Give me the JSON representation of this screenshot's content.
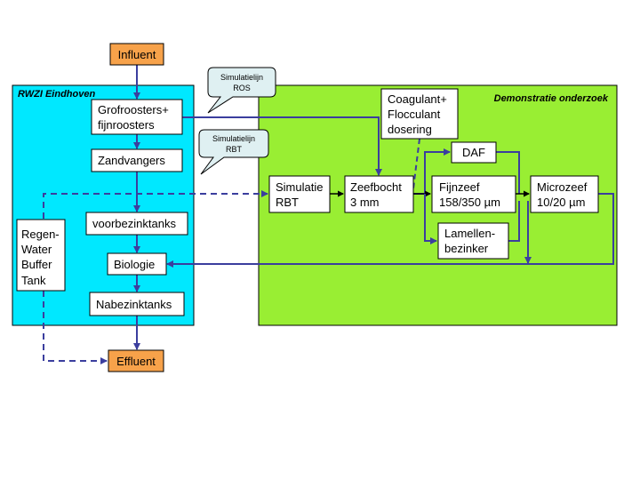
{
  "colors": {
    "rwzi_bg": "#00e8ff",
    "demo_bg": "#99ee33",
    "terminal": "#f7a24a",
    "flow_line": "#3b3e9e",
    "callout": "#dff0f2"
  },
  "regions": {
    "rwzi_title": "RWZI Eindhoven",
    "demo_title": "Demonstratie onderzoek"
  },
  "nodes": {
    "influent": "Influent",
    "effluent": "Effluent",
    "grofroosters": [
      "Grofroosters+",
      "fijnroosters"
    ],
    "zandvangers": "Zandvangers",
    "voorbezinktanks": "voorbezinktanks",
    "biologie": "Biologie",
    "nabezinktanks": "Nabezinktanks",
    "buffer": [
      "Regen-",
      "Water",
      "Buffer",
      "Tank"
    ],
    "simulatie_rbt": [
      "Simulatie",
      "RBT"
    ],
    "zeefbocht": [
      "Zeefbocht",
      "3 mm"
    ],
    "coagulant": [
      "Coagulant+",
      "Flocculant",
      "dosering"
    ],
    "daf": "DAF",
    "fijnzeef": [
      "Fijnzeef",
      "158/350 µm"
    ],
    "lamellen": [
      "Lamellen-",
      "bezinker"
    ],
    "microzeef": [
      "Microzeef",
      "10/20 µm"
    ]
  },
  "callouts": {
    "ros": [
      "Simulatielijn",
      "ROS"
    ],
    "rbt": [
      "Simulatielijn",
      "RBT"
    ]
  }
}
